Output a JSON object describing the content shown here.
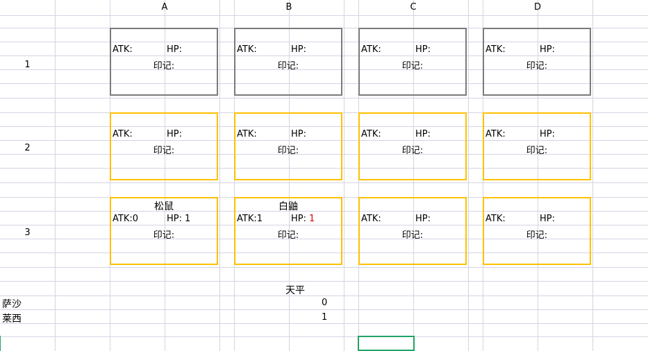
{
  "columns": [
    "A",
    "B",
    "C",
    "D"
  ],
  "rows": [
    "1",
    "2",
    "3"
  ],
  "cards": [
    {
      "row": 1,
      "col": "A",
      "style": "gray",
      "name": "",
      "atk_label": "ATK:",
      "atk_value": "",
      "hp_label": "HP:",
      "hp_value": "",
      "hp_red": false,
      "mark_label": "印记:"
    },
    {
      "row": 1,
      "col": "B",
      "style": "gray",
      "name": "",
      "atk_label": "ATK:",
      "atk_value": "",
      "hp_label": "HP:",
      "hp_value": "",
      "hp_red": false,
      "mark_label": "印记:"
    },
    {
      "row": 1,
      "col": "C",
      "style": "gray",
      "name": "",
      "atk_label": "ATK:",
      "atk_value": "",
      "hp_label": "HP:",
      "hp_value": "",
      "hp_red": false,
      "mark_label": "印记:"
    },
    {
      "row": 1,
      "col": "D",
      "style": "gray",
      "name": "",
      "atk_label": "ATK:",
      "atk_value": "",
      "hp_label": "HP:",
      "hp_value": "",
      "hp_red": false,
      "mark_label": "印记:"
    },
    {
      "row": 2,
      "col": "A",
      "style": "gold",
      "name": "",
      "atk_label": "ATK:",
      "atk_value": "",
      "hp_label": "HP:",
      "hp_value": "",
      "hp_red": false,
      "mark_label": "印记:"
    },
    {
      "row": 2,
      "col": "B",
      "style": "gold",
      "name": "",
      "atk_label": "ATK:",
      "atk_value": "",
      "hp_label": "HP:",
      "hp_value": "",
      "hp_red": false,
      "mark_label": "印记:"
    },
    {
      "row": 2,
      "col": "C",
      "style": "gold",
      "name": "",
      "atk_label": "ATK:",
      "atk_value": "",
      "hp_label": "HP:",
      "hp_value": "",
      "hp_red": false,
      "mark_label": "印记:"
    },
    {
      "row": 2,
      "col": "D",
      "style": "gold",
      "name": "",
      "atk_label": "ATK:",
      "atk_value": "",
      "hp_label": "HP:",
      "hp_value": "",
      "hp_red": false,
      "mark_label": "印记:"
    },
    {
      "row": 3,
      "col": "A",
      "style": "gold",
      "name": "松鼠",
      "atk_label": "ATK:",
      "atk_value": "0",
      "hp_label": "HP:",
      "hp_value": "1",
      "hp_red": false,
      "mark_label": "印记:"
    },
    {
      "row": 3,
      "col": "B",
      "style": "gold",
      "name": "白鼬",
      "atk_label": "ATK:",
      "atk_value": "1",
      "hp_label": "HP:",
      "hp_value": "1",
      "hp_red": true,
      "mark_label": "印记:"
    },
    {
      "row": 3,
      "col": "C",
      "style": "gold",
      "name": "",
      "atk_label": "ATK:",
      "atk_value": "",
      "hp_label": "HP:",
      "hp_value": "",
      "hp_red": false,
      "mark_label": "印记:"
    },
    {
      "row": 3,
      "col": "D",
      "style": "gold",
      "name": "",
      "atk_label": "ATK:",
      "atk_value": "",
      "hp_label": "HP:",
      "hp_value": "",
      "hp_red": false,
      "mark_label": "印记:"
    }
  ],
  "scale": {
    "title": "天平",
    "players": [
      {
        "name": "萨沙",
        "value": "0"
      },
      {
        "name": "莱西",
        "value": "1"
      }
    ]
  }
}
